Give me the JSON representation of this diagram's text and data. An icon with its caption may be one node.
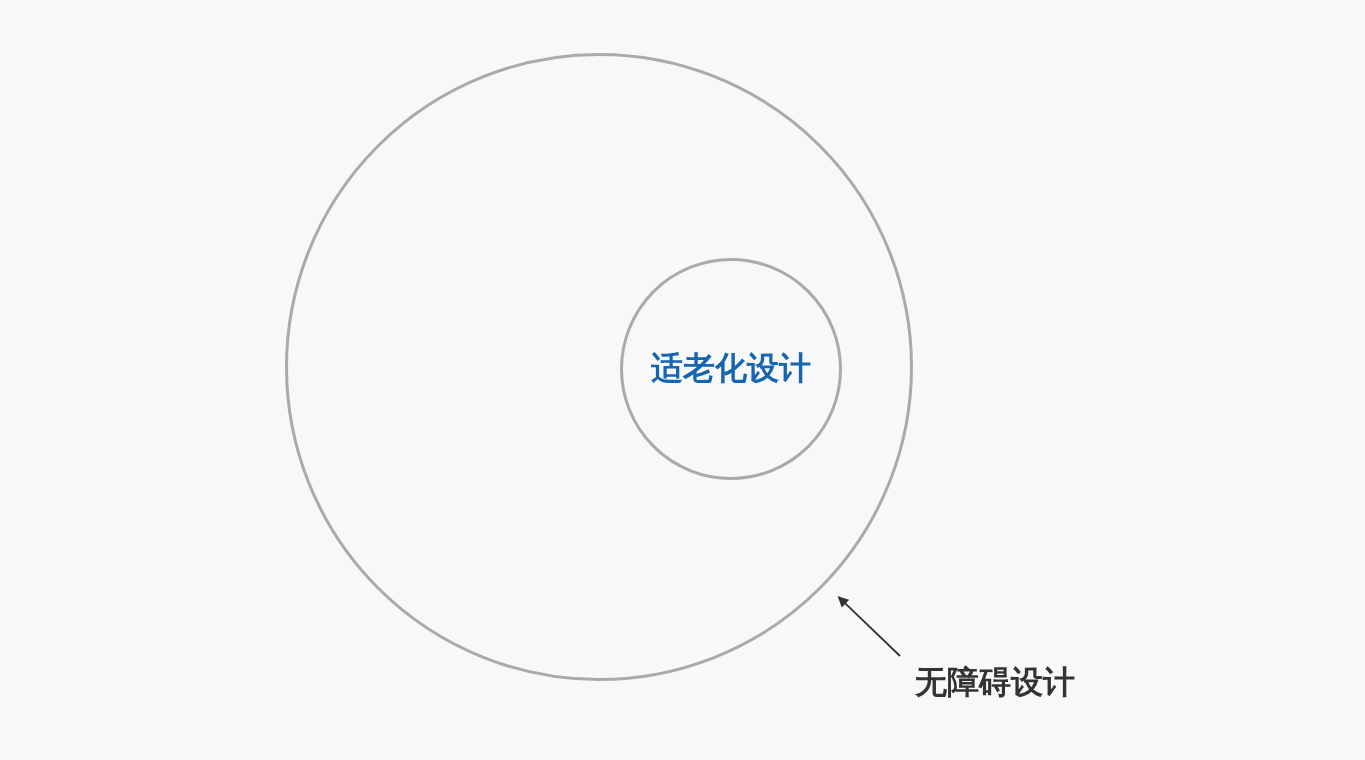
{
  "diagram": {
    "nodes": [
      {
        "text": [],
        "shape": "circle"
      },
      {
        "text": [
          "适老化设计"
        ],
        "in": 0
      },
      {
        "text": [
          "无障碍设计"
        ]
      }
    ],
    "edges": [
      {
        "from": 2,
        "to": 0,
        "arrow": "to"
      }
    ]
  }
}
